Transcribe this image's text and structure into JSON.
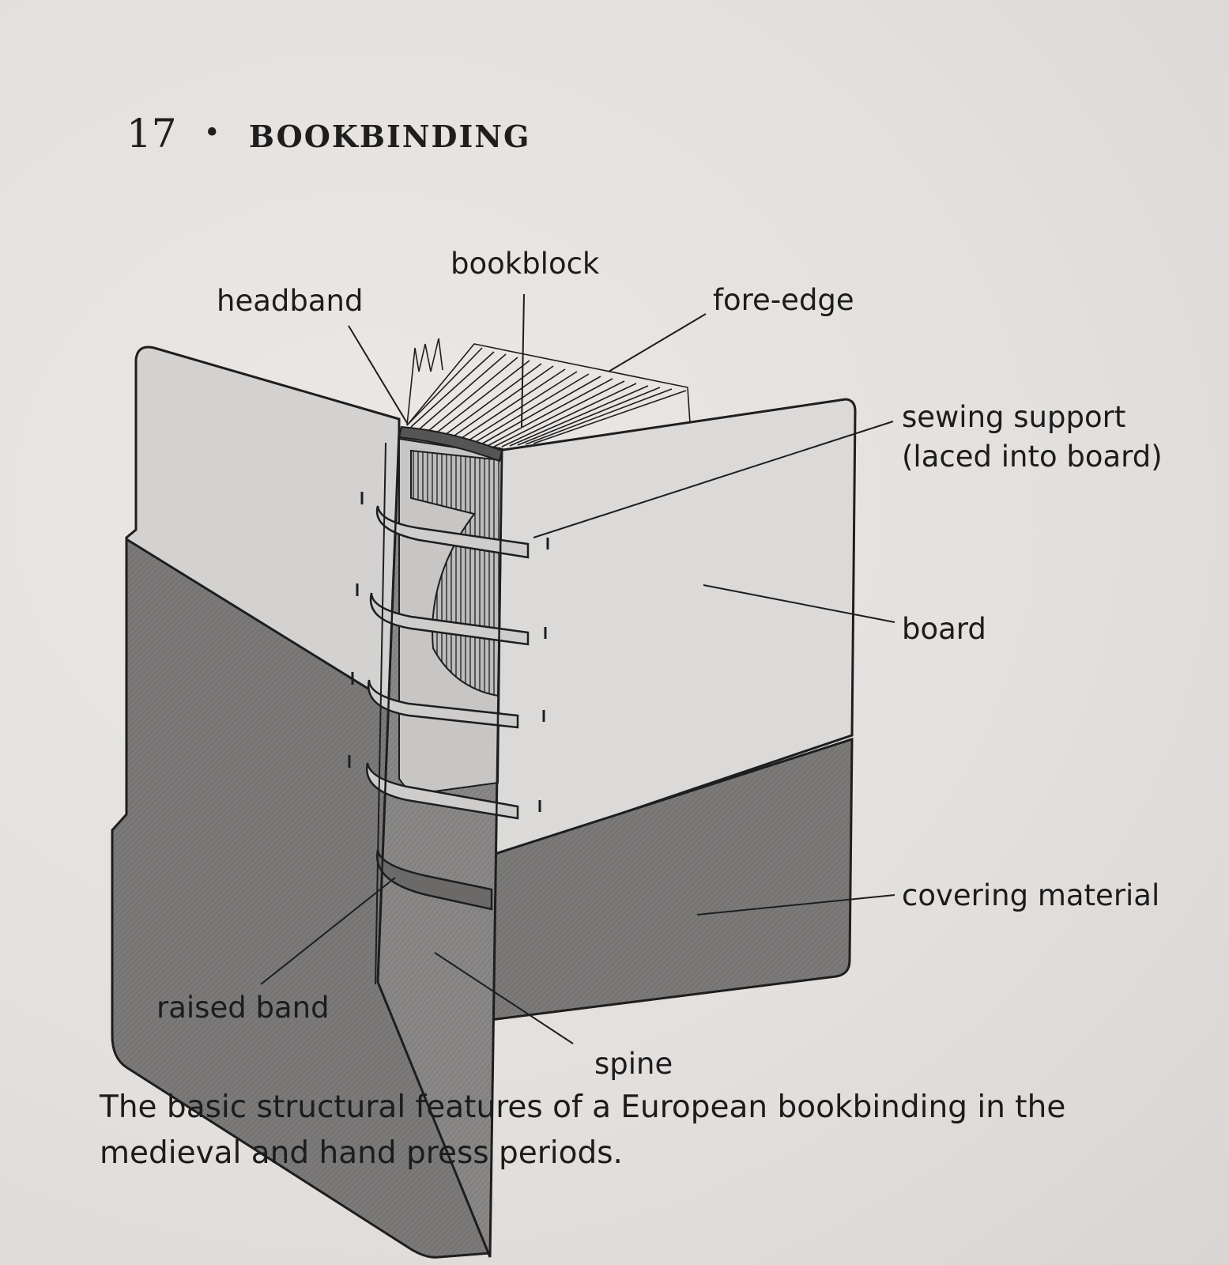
{
  "header": {
    "number": "17",
    "bullet": "•",
    "title": "BOOKBINDING"
  },
  "labels": {
    "bookblock": "bookblock",
    "headband": "headband",
    "fore_edge": "fore-edge",
    "sewing_support_1": "sewing support",
    "sewing_support_2": "(laced into board)",
    "board": "board",
    "covering_material": "covering material",
    "raised_band": "raised band",
    "spine": "spine"
  },
  "caption": "The basic structural features of a European bookbinding in the medieval and hand press periods.",
  "colors": {
    "board": "#d2d0cf",
    "covering": "#7e7c7b",
    "spine": "#8e8c8b",
    "outline": "#1e1e1e"
  }
}
